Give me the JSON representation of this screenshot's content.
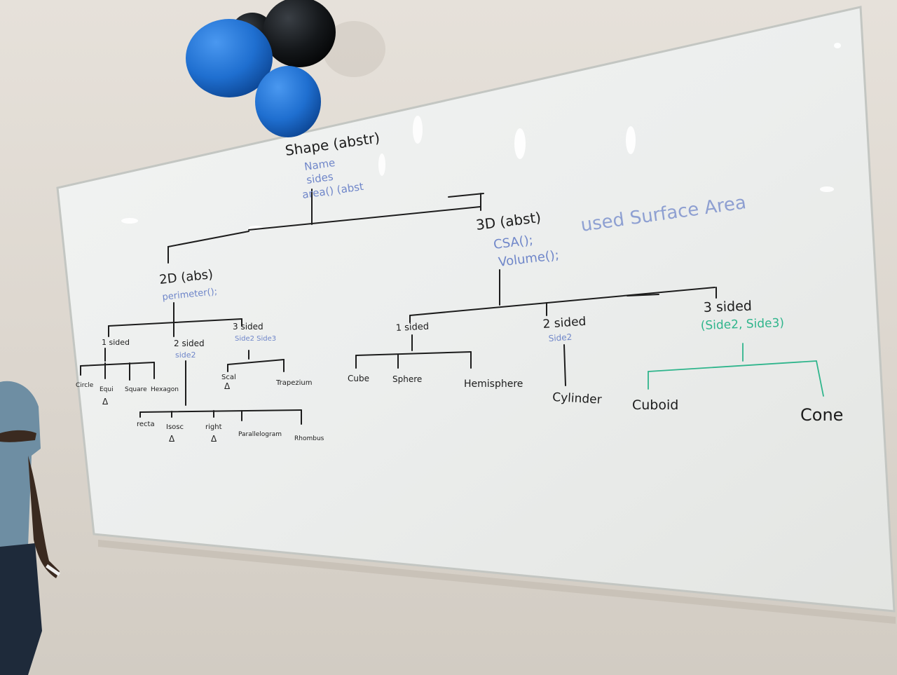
{
  "board": {
    "root": {
      "title": "Shape (abstr)",
      "members": [
        "Name",
        "sides",
        "area() (abst"
      ]
    },
    "note_3d": "used Surface Area",
    "branch_2d": {
      "title": "2D (abs)",
      "method": "perimeter();"
    },
    "branch_3d": {
      "title": "3D (abst)",
      "methods": [
        "CSA();",
        "Volume();"
      ]
    },
    "group_2d_1": {
      "title": "1 sided",
      "items": [
        "Circle",
        "Equi",
        "Square",
        "Hexagon"
      ]
    },
    "group_2d_2": {
      "title": "2 sided",
      "sub": "side2",
      "items": [
        "recta",
        "Isosc",
        "right",
        "Parallelogram",
        "Rhombus"
      ]
    },
    "group_2d_3": {
      "title": "3 sided",
      "sub": "Side2 Side3",
      "items": [
        "Scal",
        "Trapezium"
      ]
    },
    "group_3d_1": {
      "title": "1 sided",
      "items": [
        "Cube",
        "Sphere",
        "Hemisphere"
      ]
    },
    "group_3d_2": {
      "title": "2 sided",
      "sub": "Side2",
      "items": [
        "Cylinder"
      ]
    },
    "group_3d_3": {
      "title": "3 sided",
      "sub": "(Side2, Side3)",
      "items": [
        "Cuboid",
        "Cone"
      ]
    },
    "triangle_mark": "Δ"
  },
  "colors": {
    "wall": "#dcd6ce",
    "whiteboard": "#eef1ef",
    "marker_black": "#1c1c1c",
    "marker_blue": "#6f86c9",
    "marker_green": "#2fb58c",
    "balloon_blue": "#1f6fd0",
    "balloon_black": "#121417",
    "shirt": "#6e8ea3"
  }
}
